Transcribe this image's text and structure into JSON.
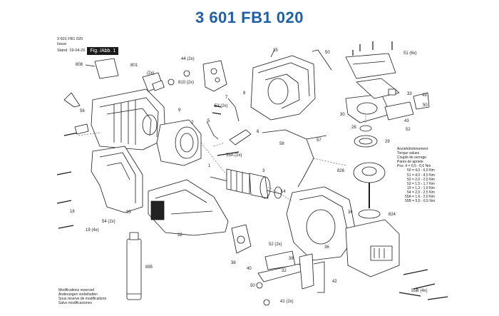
{
  "title": "3 601 FB1 020",
  "info": {
    "part_number": "3 601 FB1 020",
    "issue_label": "Issue",
    "stand_label": "Stand",
    "date": "19-04-26",
    "fig_label": "Fig. /Abb. 1"
  },
  "torque": {
    "headers": [
      "Anziehdrehmoment",
      "Torque values",
      "Couple de serrage",
      "Pares de apriete"
    ],
    "rows": [
      "Pos.  4 = 0,5 - 0,6 Nm",
      "50 = 4,0 - 6,0 Nm",
      "51 = 4,0 - 4,5 Nm",
      "52 = 2,0 - 2,5 Nm",
      "53 = 1,5 - 1,7 Nm",
      "19 = 1,3 - 1,6 Nm",
      "54 = 2,0 - 2,5 Nm",
      "55A = 1,6 - 2,0 Nm",
      "55B = 5,5 - 6,5 Nm"
    ]
  },
  "modifications": [
    "Modifications reserved",
    "Änderungen vorbehalten",
    "Sous réserve de modifications",
    "Salvo modificaciones"
  ],
  "part_labels": [
    "808",
    "801",
    "(2x)",
    "44 (2x)",
    "810 (2x)",
    "56",
    "9",
    "53 (2x)",
    "7",
    "8",
    "5",
    "2",
    "6",
    "55A (2x)",
    "1",
    "58",
    "35",
    "50",
    "51 (6x)",
    "33",
    "49",
    "50",
    "43",
    "52",
    "30",
    "28",
    "29",
    "826",
    "3",
    "14",
    "57",
    "34",
    "824",
    "18",
    "19 (4x)",
    "54 (2x)",
    "35",
    "22",
    "895",
    "38",
    "36",
    "52 (2x)",
    "39",
    "40",
    "32",
    "50",
    "42",
    "41 (2x)",
    "55B (4x)"
  ]
}
